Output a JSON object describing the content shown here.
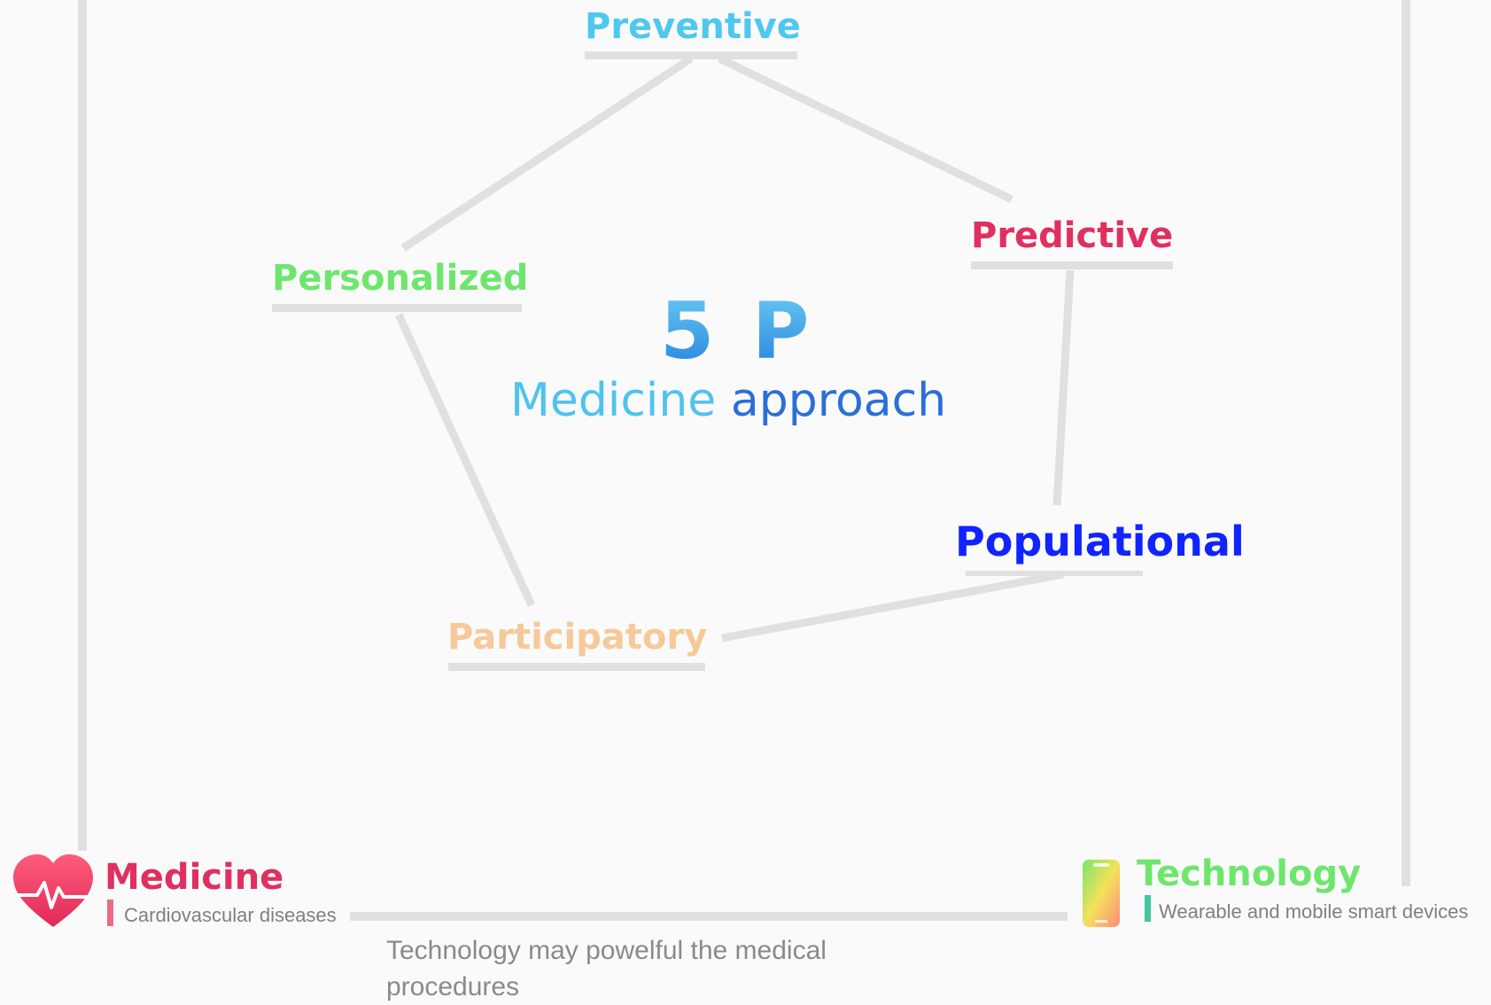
{
  "diagram": {
    "center_title": "5 P",
    "center_subtitle_part1": "Medicine",
    "center_subtitle_part2": "approach",
    "nodes": {
      "preventive": {
        "label": "Preventive",
        "color": "#4fc8ef"
      },
      "predictive": {
        "label": "Predictive",
        "color": "#e0305f"
      },
      "personalized": {
        "label": "Personalized",
        "color": "#6ee66e"
      },
      "populational": {
        "label": "Populational",
        "color": "#1024ff"
      },
      "participatory": {
        "label": "Participatory",
        "color": "#f6c99a"
      }
    },
    "medicine": {
      "title": "Medicine",
      "subtitle": "Cardiovascular diseases",
      "color": "#e0305f",
      "icon": "heart-pulse-icon"
    },
    "technology": {
      "title": "Technology",
      "subtitle": "Wearable and mobile smart devices",
      "color": "#6ee66e",
      "icon": "smartphone-icon"
    },
    "caption": "Technology may powelful the medical procedures",
    "line_color": "#e0e0e0"
  }
}
